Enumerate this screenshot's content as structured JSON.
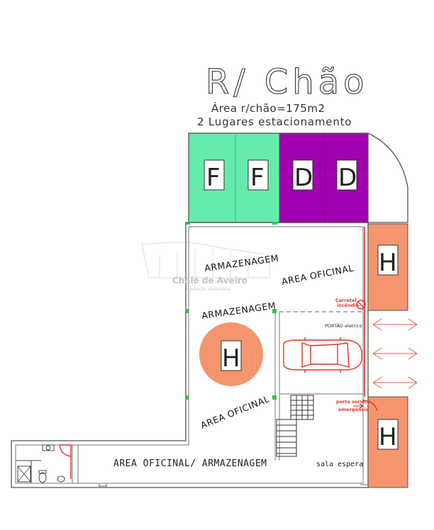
{
  "title": "R/ Chão",
  "area_text": "Área r/chão=175m2",
  "parking_text": "2 Lugares estacionamento",
  "watermark": {
    "name": "Chalé de Aveiro",
    "tagline": "Mediação Imobiliária"
  },
  "parking_slots": [
    {
      "letter": "F",
      "color": "#66ebad"
    },
    {
      "letter": "F",
      "color": "#66ebad"
    },
    {
      "letter": "D",
      "color": "#a100b0"
    },
    {
      "letter": "D",
      "color": "#a100b0"
    }
  ],
  "markers": {
    "h_top_right": "H",
    "h_circle": "H",
    "h_bottom_right": "H",
    "h_color": "#f5956e"
  },
  "labels": {
    "armazenagem_top": "ARMAZENAGEM",
    "area_oficinal_right": "AREA OFICINAL",
    "armazenagem_mid": "ARMAZENAGEM",
    "area_oficinal_bottom": "AREA OFICINAL",
    "area_oficinal_armazenagem": "AREA OFICINAL/ ARMAZENAGEM",
    "sala_espera": "sala espera",
    "carretel_line1": "Carretel",
    "carretel_line2": "incêndio",
    "portao": "PORTÃO eletrico",
    "porta_line1": "porta serviço",
    "porta_line2": "emergência"
  }
}
